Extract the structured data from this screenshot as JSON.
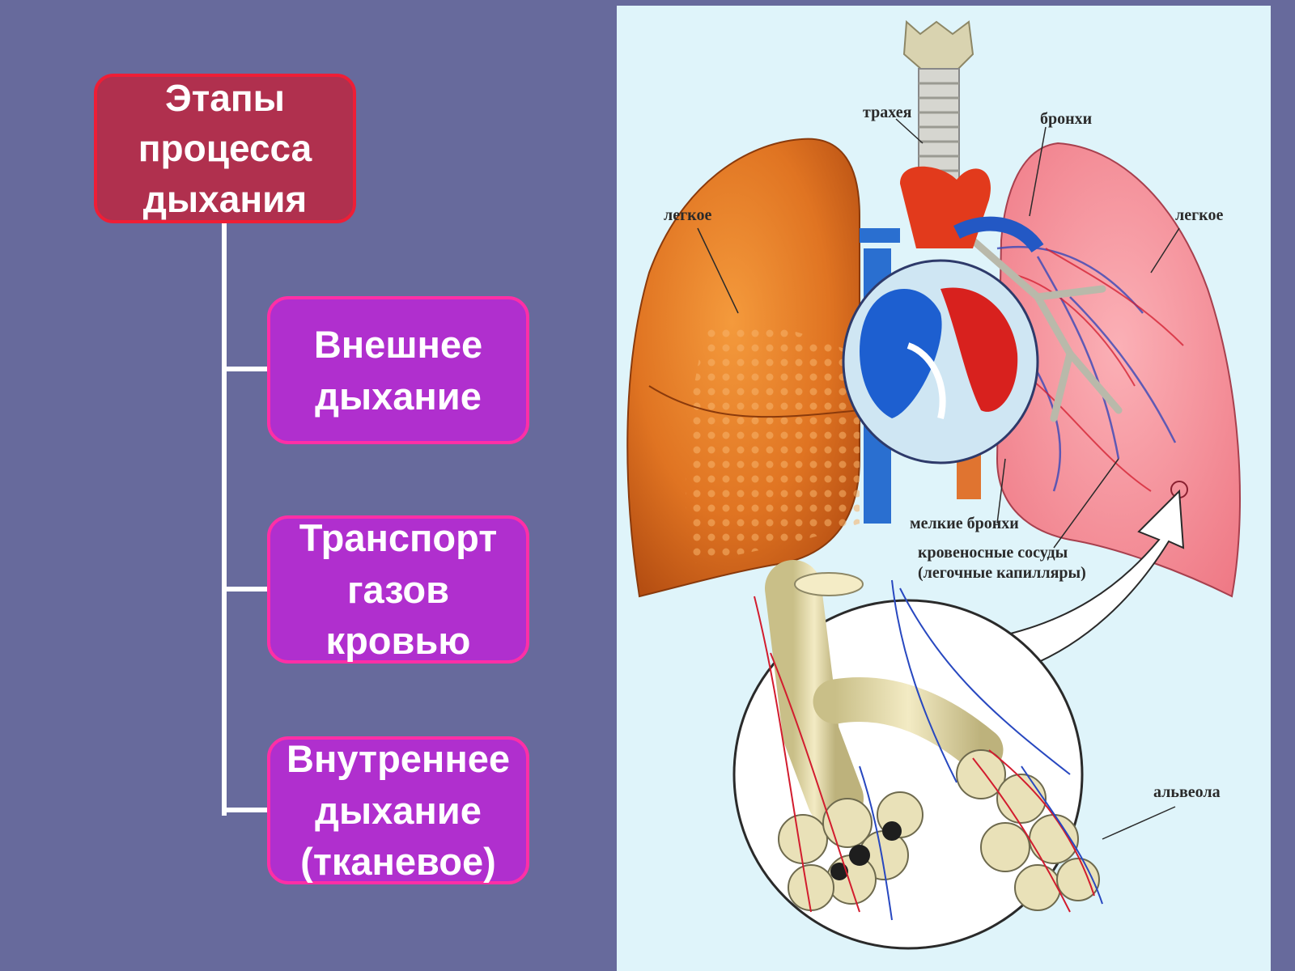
{
  "diagram": {
    "root": {
      "label": "Этапы\nпроцесса\nдыхания"
    },
    "stages": [
      {
        "label": "Внешнее\nдыхание"
      },
      {
        "label": "Транспорт\nгазов\nкровью"
      },
      {
        "label": "Внутреннее\nдыхание\n(тканевое)"
      }
    ]
  },
  "illustration": {
    "labels": {
      "trachea": "трахея",
      "bronchi": "бронхи",
      "lung_left": "легкое",
      "lung_right": "легкое",
      "small_bronchi": "мелкие бронхи",
      "blood_vessels": "кровеносные сосуды\n(легочные капилляры)",
      "alveolus": "альвеола"
    }
  },
  "colors": {
    "background": "#676a9c",
    "root_fill": "#b0304e",
    "root_border": "#ee1e36",
    "stage_fill": "#b02fce",
    "stage_border": "#ff2fa6",
    "panel_bg": "#dff4fa"
  }
}
